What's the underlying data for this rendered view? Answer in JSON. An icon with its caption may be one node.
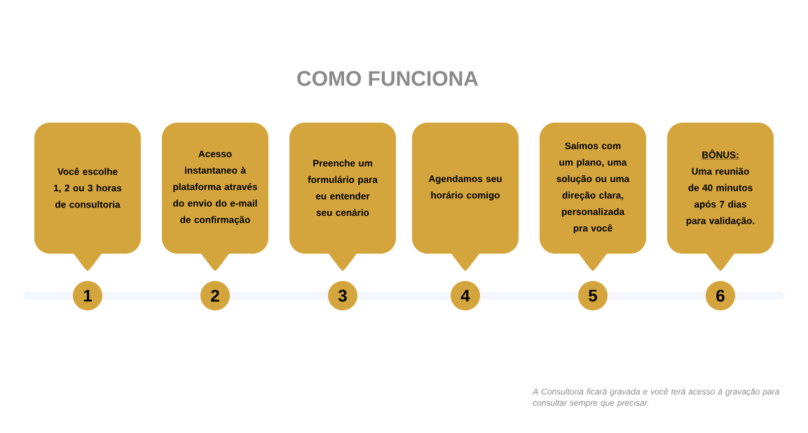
{
  "diagram": {
    "title": "COMO FUNCIONA",
    "nodes": [
      {
        "text": [
          "Você escolhe 1, 2 ou 3 horas de consultoria"
        ]
      },
      {
        "text": [
          "Acesso instantaneo à plataforma através do envio do e-mail de confirmação"
        ]
      },
      {
        "text": [
          "Preenche um formulário para eu entender seu cenário"
        ]
      },
      {
        "text": [
          "Agendamos seu horário comigo"
        ]
      },
      {
        "text": [
          "Saímos com um plano, uma solução ou uma direção clara, personalizada pra você"
        ]
      },
      {
        "text": [
          "BÔNUS:",
          "Uma reunião de 40 minutos após 7 dias para validação."
        ]
      },
      {
        "text": [
          "1"
        ]
      },
      {
        "text": [
          "2"
        ]
      },
      {
        "text": [
          "3"
        ]
      },
      {
        "text": [
          "4"
        ]
      },
      {
        "text": [
          "5"
        ]
      },
      {
        "text": [
          "6"
        ]
      }
    ],
    "labels": [
      "A Consultoria ficará gravada e você terá acesso à gravação para consultar sempre que precisar."
    ]
  }
}
